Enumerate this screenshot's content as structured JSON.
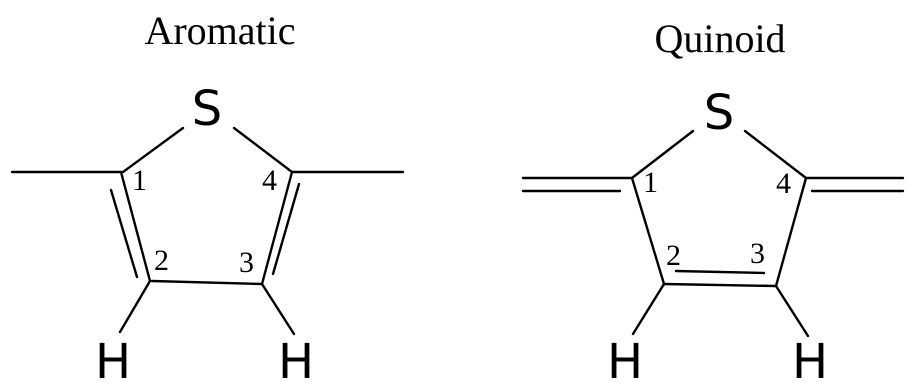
{
  "structures": [
    {
      "title": "Aromatic",
      "heteroatom": "S",
      "hydrogens": [
        "H",
        "H"
      ],
      "positions": [
        "1",
        "2",
        "3",
        "4"
      ]
    },
    {
      "title": "Quinoid",
      "heteroatom": "S",
      "hydrogens": [
        "H",
        "H"
      ],
      "positions": [
        "1",
        "2",
        "3",
        "4"
      ]
    }
  ],
  "colors": {
    "ink": "#000000",
    "background": "#ffffff"
  }
}
